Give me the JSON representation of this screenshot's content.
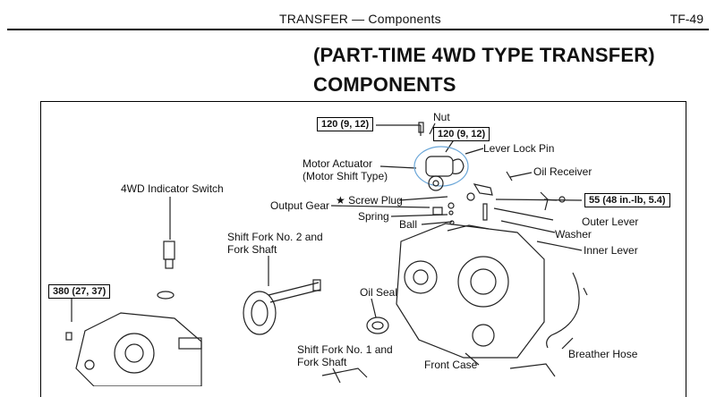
{
  "header": {
    "section": "TRANSFER — Components",
    "page": "TF-49"
  },
  "title": {
    "line1": "(PART-TIME 4WD TYPE TRANSFER)",
    "line2": "COMPONENTS"
  },
  "specs": {
    "nut_upper": "120 (9, 12)",
    "nut_lower": "120 (9, 12)",
    "oil_receiver": "55 (48 in.-lb, 5.4)",
    "indicator_switch": "380 (27, 37)"
  },
  "labels": {
    "nut": "Nut",
    "lever_lock_pin": "Lever Lock Pin",
    "oil_receiver": "Oil Receiver",
    "motor_actuator_1": "Motor Actuator",
    "motor_actuator_2": "(Motor Shift Type)",
    "indicator_switch": "4WD Indicator Switch",
    "output_gear": "Output Gear",
    "screw_plug": "★ Screw Plug",
    "spring": "Spring",
    "ball": "Ball",
    "outer_lever": "Outer Lever",
    "washer": "Washer",
    "inner_lever": "Inner Lever",
    "shift_fork_2_a": "Shift Fork No. 2 and",
    "shift_fork_2_b": "Fork Shaft",
    "oil_seal": "Oil Seal",
    "shift_fork_1_a": "Shift Fork No. 1 and",
    "shift_fork_1_b": "Fork Shaft",
    "front_case": "Front Case",
    "breather_hose": "Breather Hose"
  }
}
